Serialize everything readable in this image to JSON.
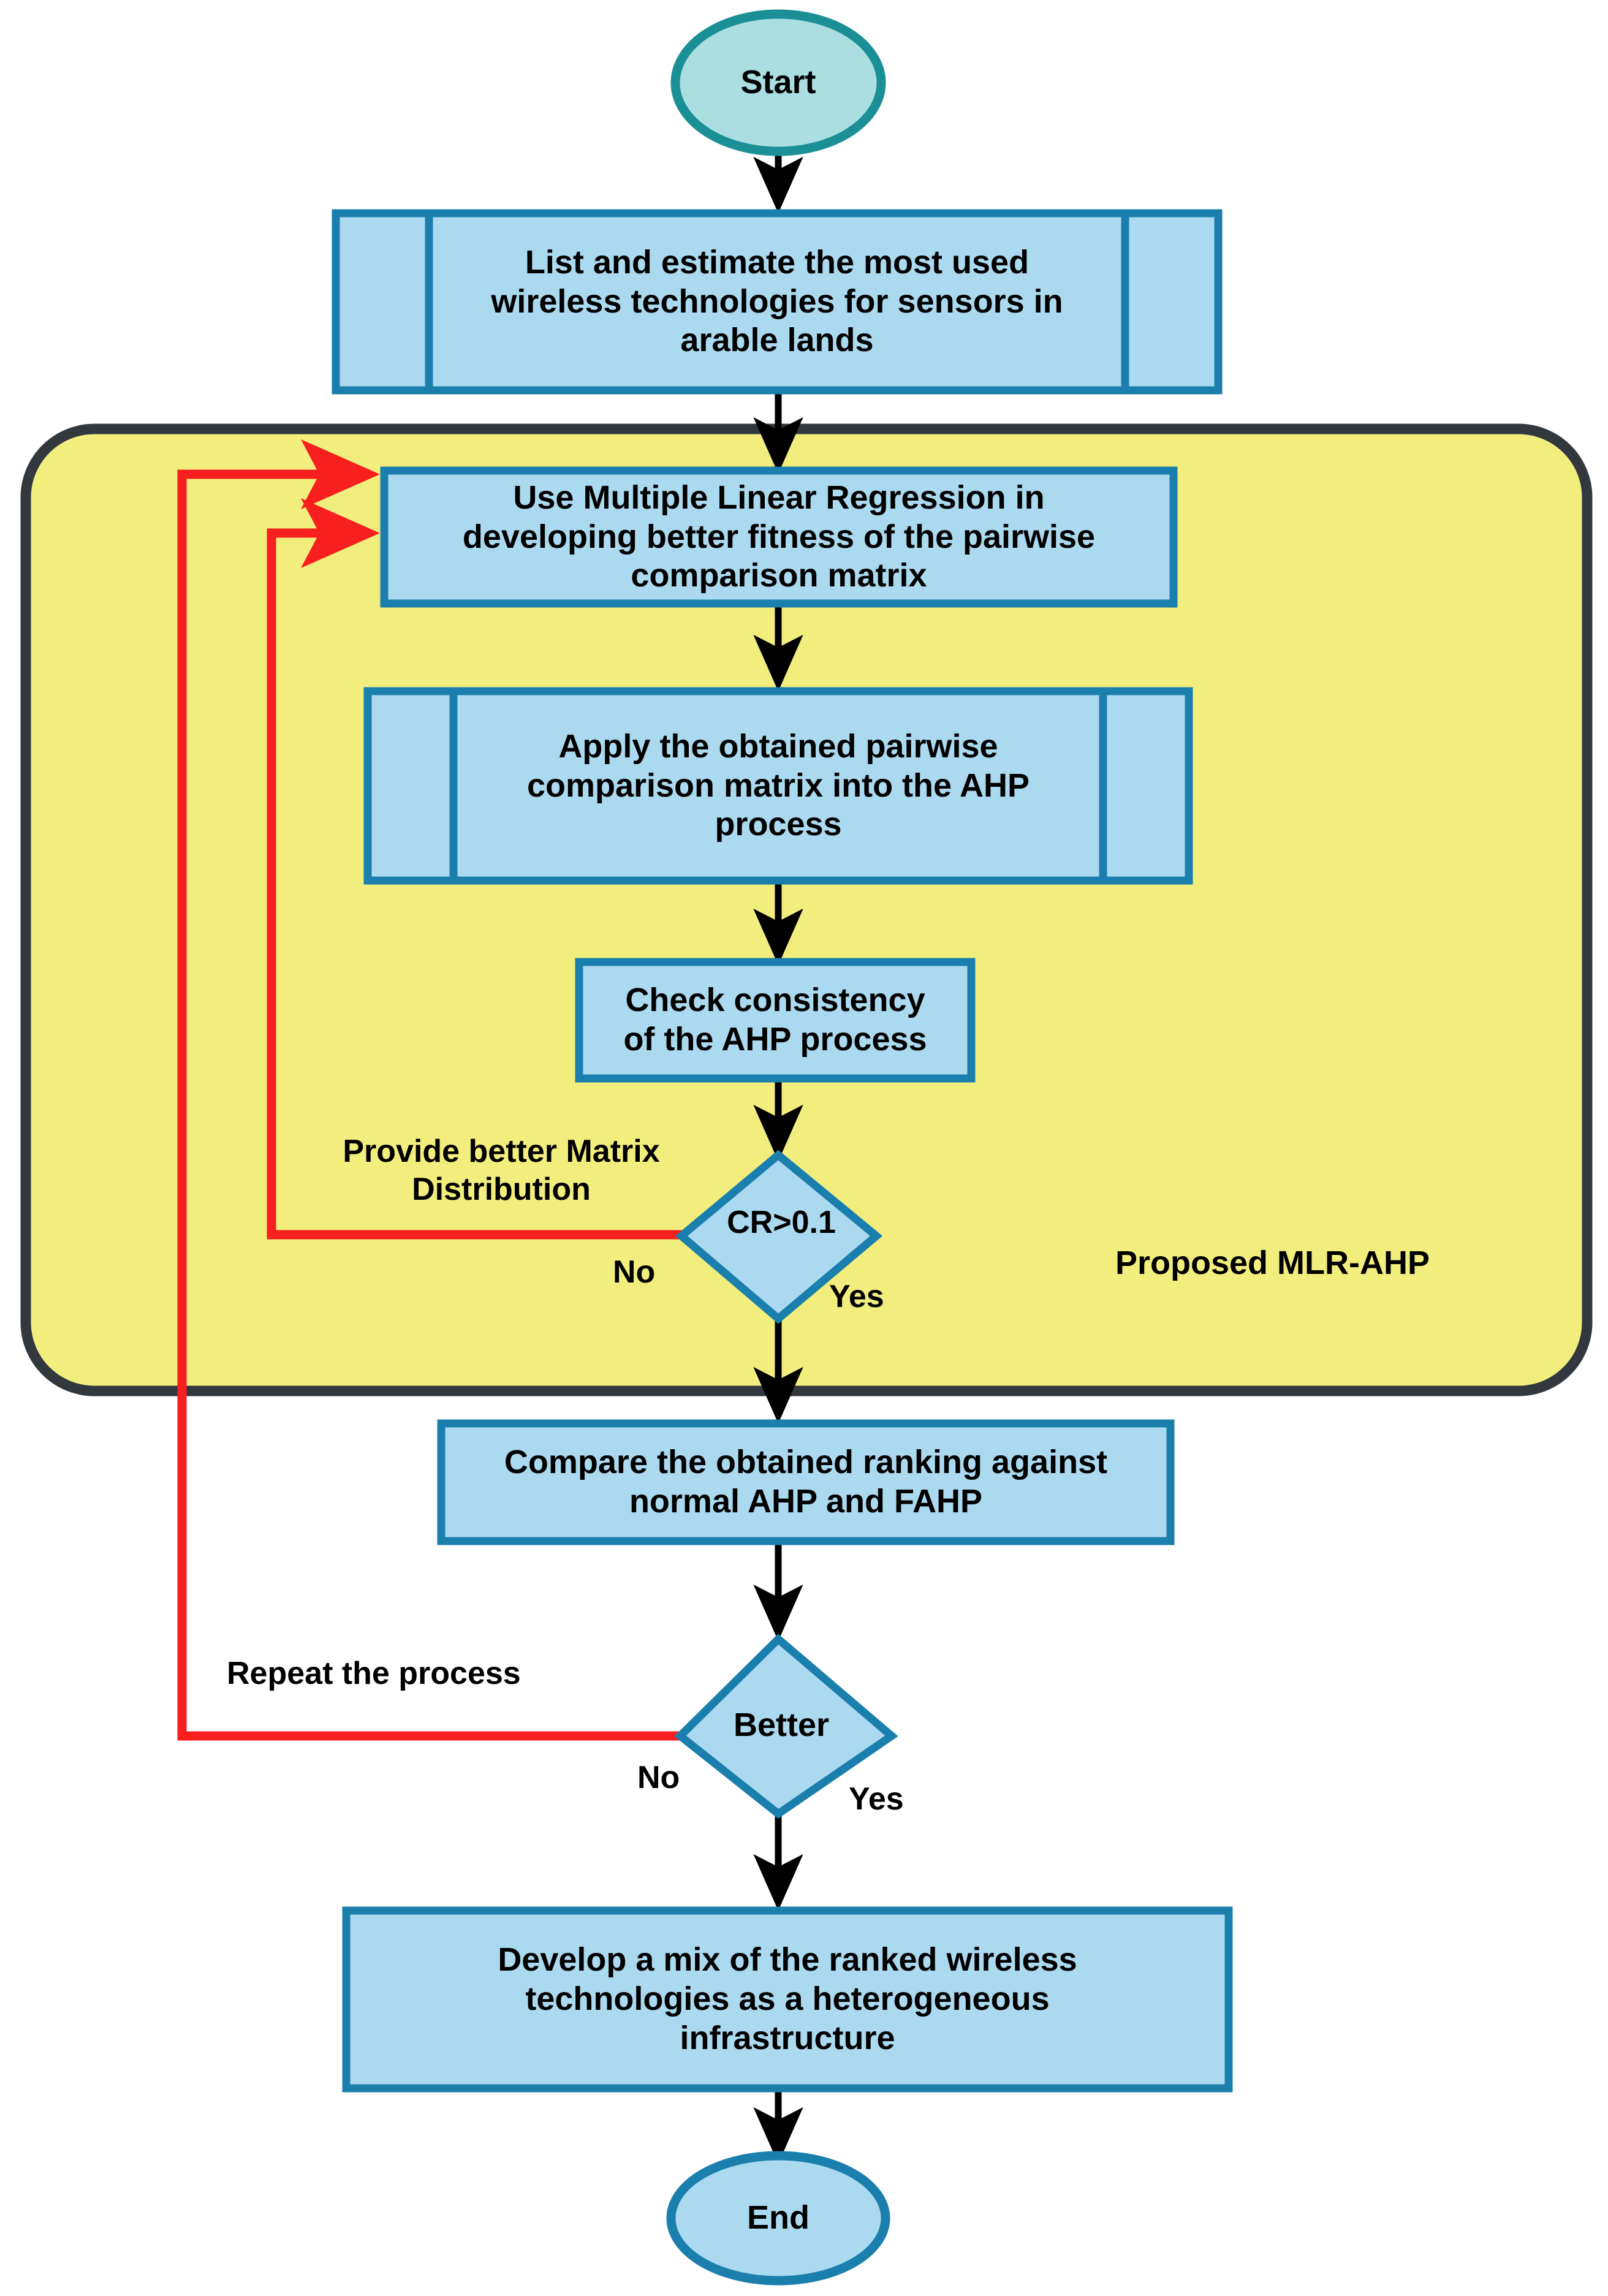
{
  "diagram": {
    "title": "Proposed MLR-AHP methodology flowchart",
    "colors": {
      "start_fill": "#aadee0",
      "start_stroke": "#1a8f96",
      "end_fill": "#abd9ef",
      "end_stroke": "#1b7fae",
      "process_fill": "#abd9ef",
      "process_stroke": "#1b7fae",
      "decision_fill": "#abd9ef",
      "decision_stroke": "#1b7fae",
      "group_fill": "#f2ee7e",
      "group_stroke": "#33383f",
      "flow_arrow": "#000000",
      "feedback_arrow": "#f81f1f",
      "text": "#000000",
      "background": "#ffffff"
    },
    "group": {
      "label": "Proposed MLR-AHP"
    },
    "nodes": [
      {
        "id": "start",
        "shape": "terminator",
        "label": "Start"
      },
      {
        "id": "list",
        "shape": "predefined-process",
        "label": "List and estimate the most used\nwireless technologies for sensors in\narable lands"
      },
      {
        "id": "mlr",
        "shape": "process",
        "label": "Use Multiple Linear Regression in\ndeveloping better fitness of the pairwise\ncomparison matrix"
      },
      {
        "id": "apply",
        "shape": "predefined-process",
        "label": "Apply the obtained pairwise\ncomparison matrix into the AHP\nprocess"
      },
      {
        "id": "check",
        "shape": "process",
        "label": "Check consistency\nof the AHP process"
      },
      {
        "id": "cr",
        "shape": "decision",
        "label": "CR>0.1"
      },
      {
        "id": "compare",
        "shape": "process",
        "label": "Compare the obtained ranking against\nnormal AHP and FAHP"
      },
      {
        "id": "better",
        "shape": "decision",
        "label": "Better"
      },
      {
        "id": "develop",
        "shape": "process",
        "label": "Develop a mix of the ranked wireless\ntechnologies as a heterogeneous\ninfrastructure"
      },
      {
        "id": "end",
        "shape": "terminator",
        "label": "End"
      }
    ],
    "edges": [
      {
        "from": "start",
        "to": "list",
        "label": "",
        "color": "black"
      },
      {
        "from": "list",
        "to": "mlr",
        "label": "",
        "color": "black"
      },
      {
        "from": "mlr",
        "to": "apply",
        "label": "",
        "color": "black"
      },
      {
        "from": "apply",
        "to": "check",
        "label": "",
        "color": "black"
      },
      {
        "from": "check",
        "to": "cr",
        "label": "",
        "color": "black"
      },
      {
        "from": "cr",
        "to": "compare",
        "label": "Yes",
        "color": "black"
      },
      {
        "from": "cr",
        "to": "mlr",
        "label": "No",
        "color": "red",
        "annotation": "Provide better Matrix\nDistribution"
      },
      {
        "from": "compare",
        "to": "better",
        "label": "",
        "color": "black"
      },
      {
        "from": "better",
        "to": "develop",
        "label": "Yes",
        "color": "black"
      },
      {
        "from": "better",
        "to": "mlr",
        "label": "No",
        "color": "red",
        "annotation": "Repeat the process"
      },
      {
        "from": "develop",
        "to": "end",
        "label": "",
        "color": "black"
      }
    ],
    "labels": {
      "provide_better_matrix": "Provide better Matrix\nDistribution",
      "repeat_the_process": "Repeat the process",
      "cr_no": "No",
      "cr_yes": "Yes",
      "better_no": "No",
      "better_yes": "Yes"
    }
  }
}
